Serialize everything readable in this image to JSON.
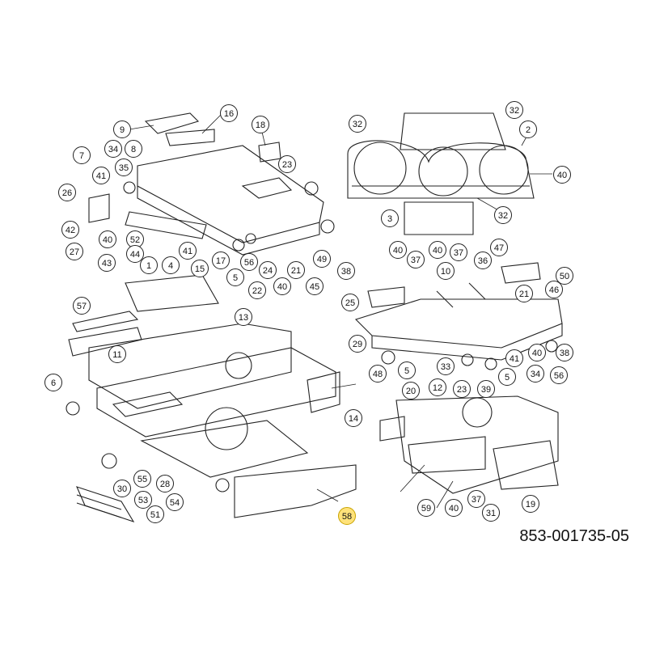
{
  "diagram": {
    "document_number": "853-001735-05",
    "highlighted_callout": "58",
    "highlight_color": "#ffe27a",
    "line_color": "#222222",
    "callouts": [
      "9",
      "16",
      "18",
      "7",
      "34",
      "8",
      "41",
      "35",
      "26",
      "23",
      "42",
      "40",
      "27",
      "52",
      "43",
      "44",
      "1",
      "4",
      "41",
      "15",
      "17",
      "56",
      "24",
      "21",
      "49",
      "38",
      "5",
      "40",
      "45",
      "22",
      "13",
      "57",
      "11",
      "6",
      "14",
      "30",
      "55",
      "28",
      "53",
      "54",
      "51",
      "58",
      "32",
      "32",
      "2",
      "40",
      "3",
      "32",
      "40",
      "37",
      "40",
      "37",
      "10",
      "47",
      "36",
      "50",
      "21",
      "46",
      "25",
      "29",
      "48",
      "33",
      "5",
      "5",
      "41",
      "40",
      "38",
      "34",
      "56",
      "20",
      "12",
      "23",
      "39",
      "59",
      "40",
      "37",
      "31",
      "19"
    ]
  }
}
